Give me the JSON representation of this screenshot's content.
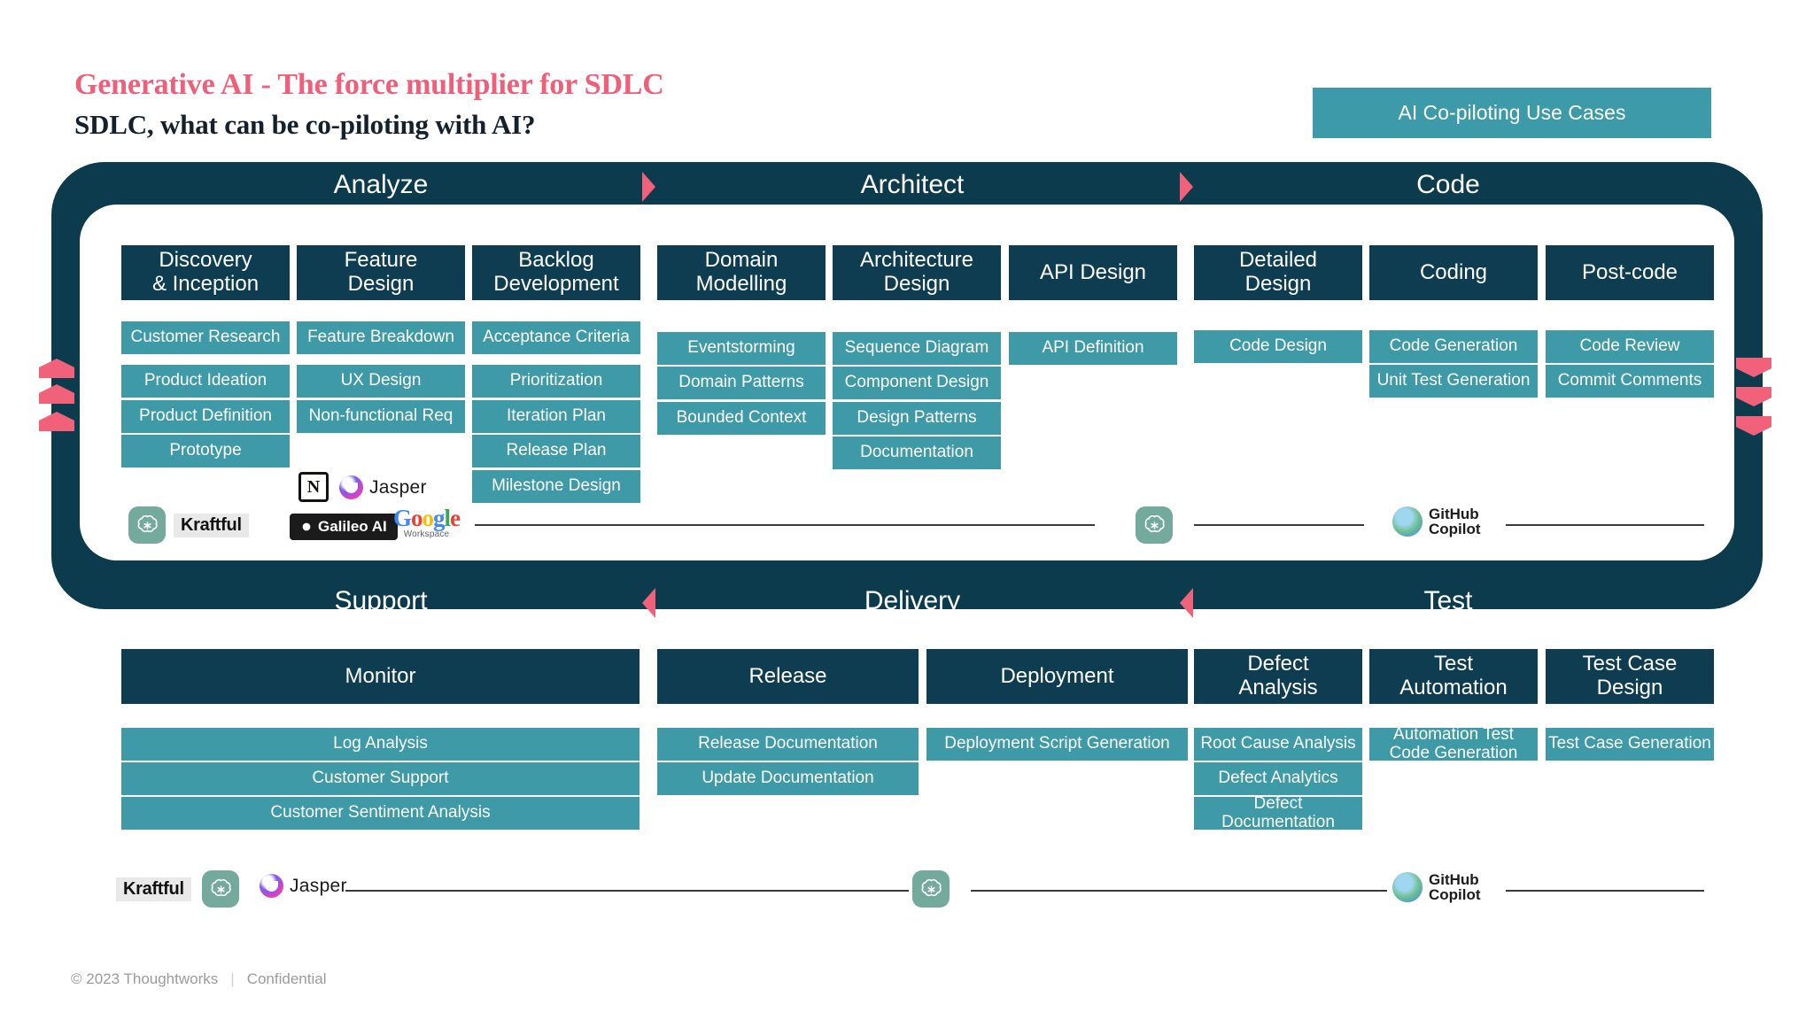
{
  "header": {
    "title": "Generative AI - The force multiplier for SDLC",
    "subtitle": "SDLC, what can be co-piloting with AI?",
    "badge": "AI Co-piloting Use Cases"
  },
  "colors": {
    "accent_pink": "#f2617a",
    "dark_teal": "#0e3d52",
    "mid_teal": "#3f9aa8",
    "badge_teal": "#3d9aa8",
    "title_pink": "#ef5f7a"
  },
  "phases_top": [
    {
      "label": "Analyze"
    },
    {
      "label": "Architect"
    },
    {
      "label": "Code"
    }
  ],
  "phases_bottom": [
    {
      "label": "Support"
    },
    {
      "label": "Delivery"
    },
    {
      "label": "Test"
    }
  ],
  "top_columns": [
    {
      "title": "Discovery\n& Inception",
      "items": [
        "Customer Research",
        "Product Ideation",
        "Product Definition",
        "Prototype"
      ]
    },
    {
      "title": "Feature\nDesign",
      "items": [
        "Feature Breakdown",
        "UX Design",
        "Non-functional Req"
      ]
    },
    {
      "title": "Backlog\nDevelopment",
      "items": [
        "Acceptance Criteria",
        "Prioritization",
        "Iteration Plan",
        "Release Plan",
        "Milestone Design"
      ]
    },
    {
      "title": "Domain\nModelling",
      "items": [
        "Eventstorming",
        "Domain Patterns",
        "Bounded Context"
      ]
    },
    {
      "title": "Architecture\nDesign",
      "items": [
        "Sequence Diagram",
        "Component Design",
        "Design Patterns",
        "Documentation"
      ]
    },
    {
      "title": "API Design",
      "items": [
        "API Definition"
      ]
    },
    {
      "title": "Detailed\nDesign",
      "items": [
        "Code Design"
      ]
    },
    {
      "title": "Coding",
      "items": [
        "Code Generation",
        "Unit Test Generation"
      ]
    },
    {
      "title": "Post-code",
      "items": [
        "Code Review",
        "Commit Comments"
      ]
    }
  ],
  "bottom_columns": [
    {
      "title": "Monitor",
      "items": [
        "Log Analysis",
        "Customer Support",
        "Customer Sentiment Analysis"
      ]
    },
    {
      "title": "Release",
      "items": [
        "Release Documentation",
        "Update Documentation"
      ]
    },
    {
      "title": "Deployment",
      "items": [
        "Deployment Script Generation"
      ]
    },
    {
      "title": "Defect\nAnalysis",
      "items": [
        "Root Cause Analysis",
        "Defect Analytics",
        "Defect Documentation"
      ]
    },
    {
      "title": "Test\nAutomation",
      "items": [
        "Automation Test Code Generation"
      ]
    },
    {
      "title": "Test Case\nDesign",
      "items": [
        "Test Case Generation"
      ]
    }
  ],
  "logos_top": [
    {
      "name": "notion",
      "label": "N"
    },
    {
      "name": "jasper",
      "label": "Jasper"
    },
    {
      "name": "chatgpt",
      "label": ""
    },
    {
      "name": "kraftful",
      "label": "Kraftful"
    },
    {
      "name": "galileo-ai",
      "label": "Galileo AI"
    },
    {
      "name": "google-workspace",
      "label": "Google",
      "sublabel": "Workspace"
    },
    {
      "name": "chatgpt",
      "label": ""
    },
    {
      "name": "github-copilot",
      "label": "GitHub",
      "sublabel": "Copilot"
    }
  ],
  "logos_bottom": [
    {
      "name": "kraftful",
      "label": "Kraftful"
    },
    {
      "name": "chatgpt",
      "label": ""
    },
    {
      "name": "jasper",
      "label": "Jasper"
    },
    {
      "name": "chatgpt",
      "label": ""
    },
    {
      "name": "github-copilot",
      "label": "GitHub",
      "sublabel": "Copilot"
    }
  ],
  "footer": {
    "copyright": "© 2023 Thoughtworks",
    "divider": "|",
    "classification": "Confidential"
  }
}
